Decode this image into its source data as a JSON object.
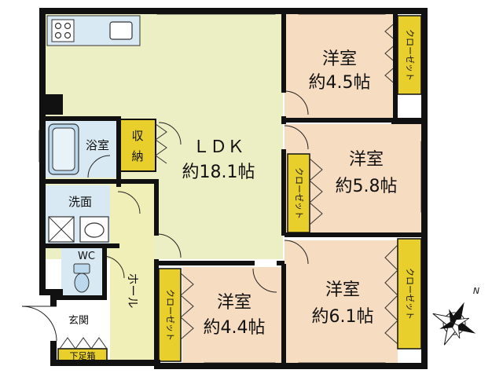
{
  "rooms": {
    "ldk": {
      "name": "ＬＤＫ",
      "size": "約18.1帖"
    },
    "room1": {
      "name": "洋室",
      "size": "約4.5帖"
    },
    "room2": {
      "name": "洋室",
      "size": "約5.8帖"
    },
    "room3": {
      "name": "洋室",
      "size": "約4.4帖"
    },
    "room4": {
      "name": "洋室",
      "size": "約6.1帖"
    },
    "bath": {
      "name": "浴室"
    },
    "storage": {
      "chars": [
        "収",
        "納"
      ]
    },
    "washroom": {
      "name": "洗面"
    },
    "wc": {
      "name": "WC"
    },
    "hall": {
      "name": "ホール"
    },
    "entrance": {
      "name": "玄関"
    },
    "shoe_box": {
      "name": "下足箱"
    }
  },
  "closet_label": "クローゼット",
  "compass": {
    "north": "N"
  },
  "colors": {
    "ldk": "#ecefc4",
    "bedroom": "#f6dcc0",
    "closet": "#e9cf2b",
    "wet_area": "#d8e9f3",
    "hall": "#f0efb7",
    "wall": "#111111"
  },
  "icons": [
    "stove-icon",
    "sink-icon",
    "bathtub-icon",
    "washing-machine-icon",
    "basin-icon",
    "toilet-icon",
    "compass-icon"
  ]
}
